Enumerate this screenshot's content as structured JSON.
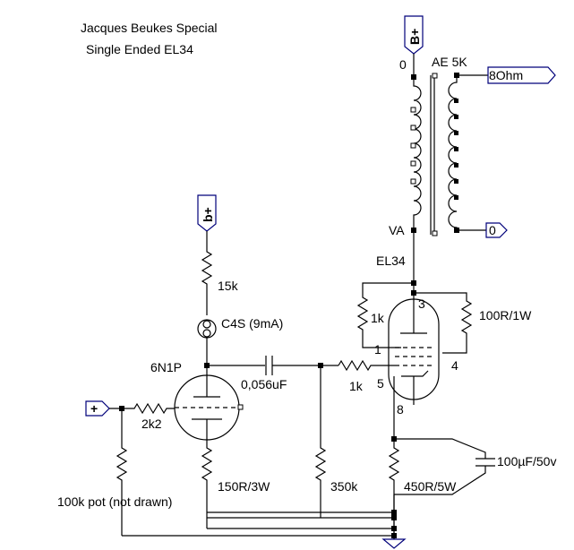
{
  "title": {
    "line1": "Jacques Beukes Special",
    "line2": "Single Ended EL34"
  },
  "supply_flags": {
    "output_stage": "B+",
    "driver_stage": "b+"
  },
  "input_flag": "+",
  "transformer": {
    "name": "AE 5K",
    "primary_top": "0",
    "primary_bottom": "VA",
    "secondary_hot": "8Ohm",
    "secondary_cold": "0"
  },
  "driver": {
    "tube": "6N1P",
    "anchor_resistor": "15k",
    "ccs": "C4S (9mA)",
    "coupling_cap": "0,056uF",
    "grid_stopper": "2k2",
    "cathode_resistor": "150R/3W",
    "input_pot": "100k pot (not drawn)"
  },
  "output": {
    "tube": "EL34",
    "grid_stopper": "1k",
    "g2_resistor": "1k",
    "g3_resistor": "100R/1W",
    "grid_leak": "350k",
    "cathode_resistor": "450R/5W",
    "bypass_cap": "100µF/50v",
    "pins": {
      "anode": "3",
      "g2": "1",
      "g3": "4",
      "grid": "5",
      "cathode": "8"
    }
  },
  "colors": {
    "wire": "#000000",
    "flag": "#00007a",
    "background": "#ffffff"
  }
}
